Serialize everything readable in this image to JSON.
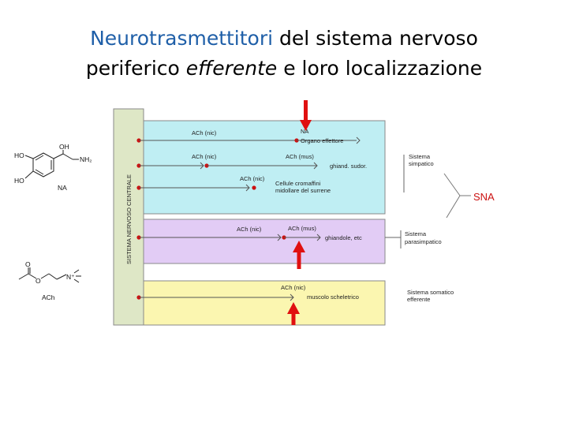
{
  "title": {
    "part1_blue": "Neurotrasmettitori",
    "part1_rest": " del sistema nervoso",
    "part2_a": "periferico ",
    "part2_em": "efferente",
    "part2_b": " e loro localizzazione"
  },
  "cns_label": "SISTEMA NERVOSO CENTRALE",
  "rows": {
    "r1_left": "ACh (nic)",
    "r1_right": "NA",
    "r1_target": "Organo effettore",
    "r2_left": "ACh (nic)",
    "r2_right": "ACh (mus)",
    "r2_target": "ghiand. sudor.",
    "r3_left": "ACh (nic)",
    "r3_target_1": "Cellule cromaffini",
    "r3_target_2": "midollare del surrene",
    "r4_left": "ACh (nic)",
    "r4_right": "ACh (mus)",
    "r4_target": "ghiandole, etc",
    "r5_left": "ACh (nic)",
    "r5_target": "muscolo scheletrico"
  },
  "systems": {
    "simp_1": "Sistema",
    "simp_2": "simpatico",
    "para_1": "Sistema",
    "para_2": "parasimpatico",
    "som_1": "Sistema somatico",
    "som_2": "efferente",
    "sna": "SNA"
  },
  "chem": {
    "na_oh": "OH",
    "na_ho1": "HO",
    "na_ho2": "HO",
    "na_nh2": "NH₂",
    "na_name": "NA",
    "ach_o": "O",
    "ach_o2": "O",
    "ach_n": "N⁺",
    "ach_name": "ACh"
  },
  "colors": {
    "sympathetic_bg": "#bfeef3",
    "parasympathetic_bg": "#e2ccf5",
    "somatic_bg": "#fbf6b0",
    "cns_bg": "#dee7c6",
    "neuron_dot": "#cc1111",
    "arrow": "#e01010",
    "sna_text": "#cc1111",
    "title_blue": "#1f5fa8"
  }
}
